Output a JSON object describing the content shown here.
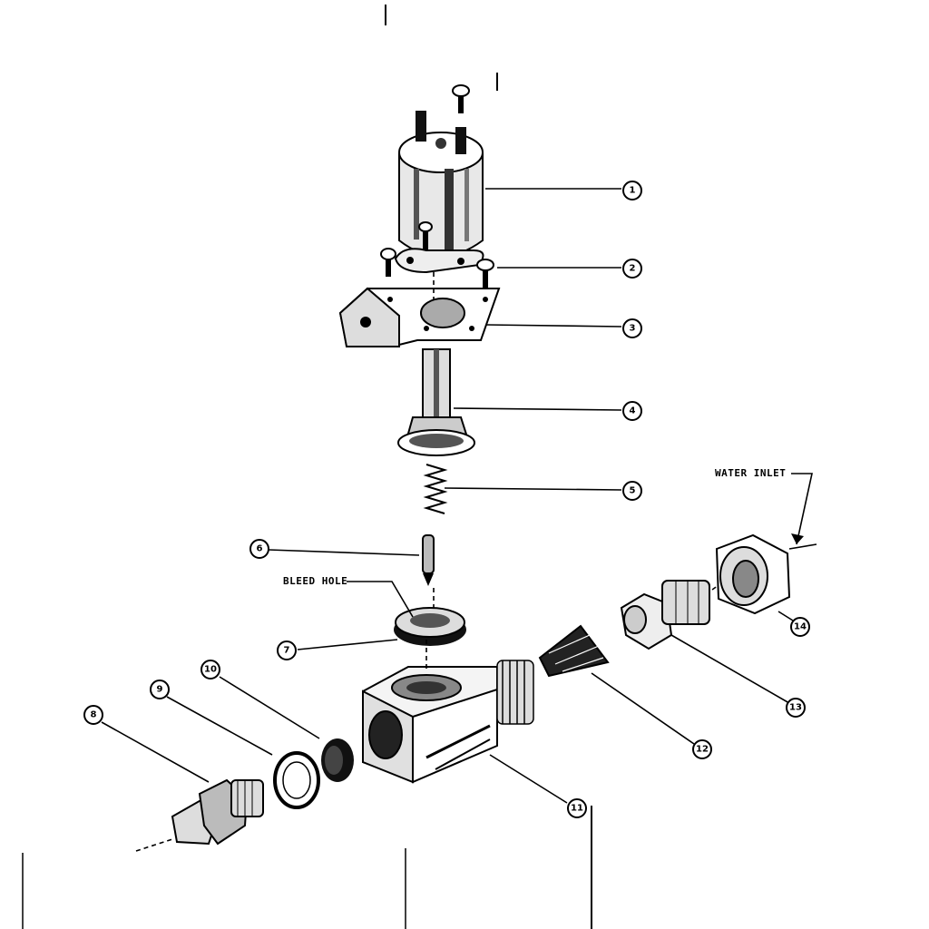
{
  "labels": {
    "water_inlet": "WATER INLET",
    "bleed_hole": "BLEED HOLE"
  },
  "callouts": [
    "1",
    "2",
    "3",
    "4",
    "5",
    "6",
    "7",
    "8",
    "9",
    "10",
    "11",
    "12",
    "13",
    "14"
  ]
}
